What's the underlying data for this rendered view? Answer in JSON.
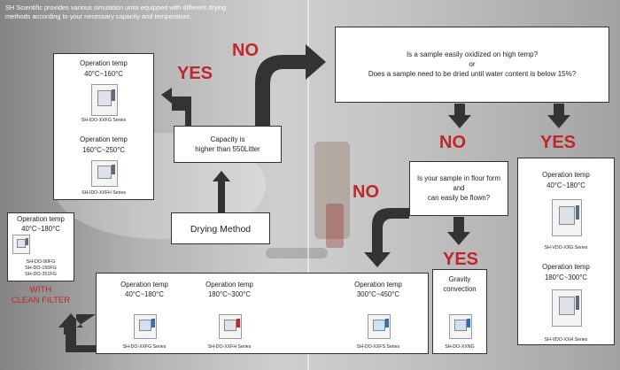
{
  "intro": {
    "line1": "SH Scientific provides various simulation units equipped with different drying",
    "line2": "methods according to your necessary capacity and temperature."
  },
  "question_top": {
    "line1": "Is a sample easily oxidized on high temp?",
    "line2": "or",
    "line3": "Does a sample need to be dried until water content is below 15%?"
  },
  "question_capacity": {
    "line1": "Capacity is",
    "line2": "higher than 550Litter"
  },
  "question_flour": {
    "line1": "Is your sample in flour form",
    "line2": "and",
    "line3": "can easily be flown?"
  },
  "start": {
    "label": "Drying Method"
  },
  "labels": {
    "yes_top_left": "YES",
    "no_top": "NO",
    "no_mid": "NO",
    "yes_right": "YES",
    "no_left": "NO",
    "yes_flour": "YES",
    "clean_filter_line1": "WITH",
    "clean_filter_line2": "CLEAN FILTER"
  },
  "ido_box": {
    "op1_title": "Operation temp",
    "op1_range": "40°C~160°C",
    "series1": "SH-IDO-XXFG Series",
    "op2_title": "Operation temp",
    "op2_range": "160°C~250°C",
    "series2": "SH-IDO-XXFH Series"
  },
  "clean_box": {
    "op_title": "Operation temp",
    "op_range": "40°C~180°C",
    "series": [
      "SH-DO-90FG",
      "SH-DO-150FG",
      "SH-DO-251FG"
    ]
  },
  "bottom_box": {
    "col1_title": "Operation temp",
    "col1_range": "40°C~180°C",
    "col1_series": "SH-DO-XXFG Series",
    "col2_title": "Operation temp",
    "col2_range": "180°C~300°C",
    "col2_series": "SH-DO-XXFH Series",
    "col3_title": "Operation temp",
    "col3_range": "300°C~450°C",
    "col3_series": "SH-DO-XXFS Series"
  },
  "gravity_box": {
    "line1": "Gravity",
    "line2": "convection",
    "series": "SH-DO-XXNG"
  },
  "vdo_box": {
    "op1_title": "Operation temp",
    "op1_range": "40°C~180°C",
    "series1": "SH-VDO-XXG Series",
    "op2_title": "Operation temp",
    "op2_range": "180°C~300°C",
    "series2": "SH-VDO-XXH Series"
  },
  "colors": {
    "accent_red": "#c0272d",
    "arrow": "#333333",
    "box_border": "#333333"
  }
}
